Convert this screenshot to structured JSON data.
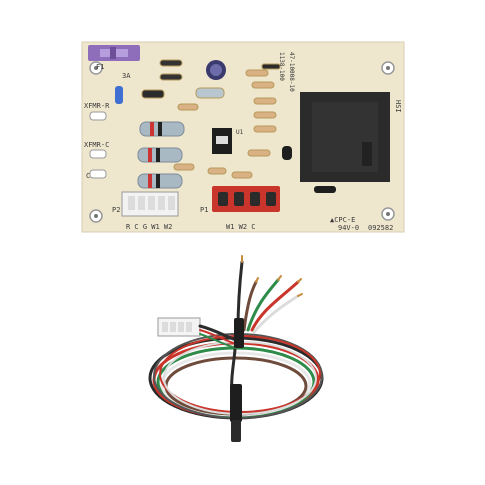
{
  "board": {
    "fuse_label": "F1",
    "fuse_rating": "3A",
    "xfmr_r": "XFMR-R",
    "xfmr_c": "XFMR-C",
    "c_label": "C",
    "p2_label": "P2",
    "p2_pins": "R C G W1 W2",
    "p1_label": "P1",
    "p1_pins": "W1 W2 C",
    "cert_line1": "▲CPC-E",
    "cert_line2": "94V-0",
    "cert_code": "092582",
    "ic_label": "U1",
    "hsi_label": "HSI",
    "part_text_1": "1138-100",
    "part_text_2": "47-10008-10"
  },
  "colors": {
    "board": "#eee6cd",
    "fuse_holder": "#8e6dbb",
    "relay": "#2b2b2b",
    "p1_connector": "#c9352b",
    "p2_connector": "#f2f2f2"
  }
}
